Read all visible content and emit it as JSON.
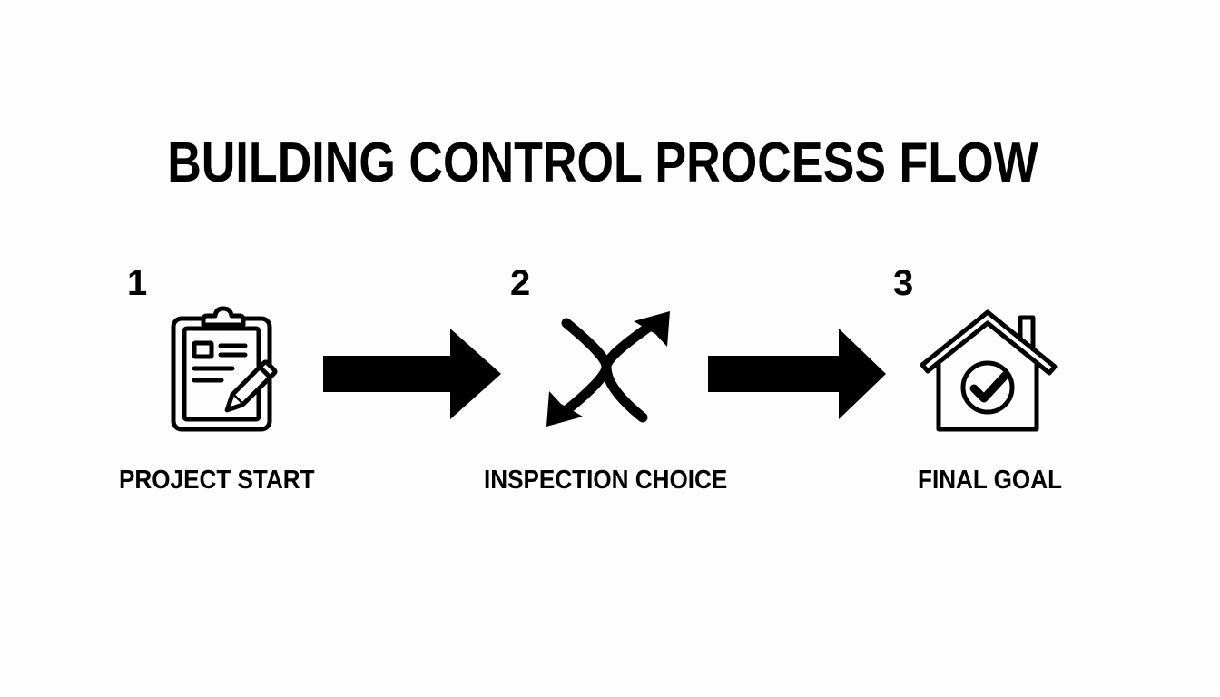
{
  "title": "BUILDING CONTROL PROCESS FLOW",
  "steps": [
    {
      "number": "1",
      "label": "PROJECT START",
      "icon": "clipboard-pencil-icon"
    },
    {
      "number": "2",
      "label": "INSPECTION CHOICE",
      "icon": "split-arrows-icon"
    },
    {
      "number": "3",
      "label": "FINAL GOAL",
      "icon": "house-check-icon"
    }
  ],
  "connectors": [
    "right-arrow-icon",
    "right-arrow-icon"
  ],
  "colors": {
    "background": "#fdfdfd",
    "ink": "#000000"
  }
}
